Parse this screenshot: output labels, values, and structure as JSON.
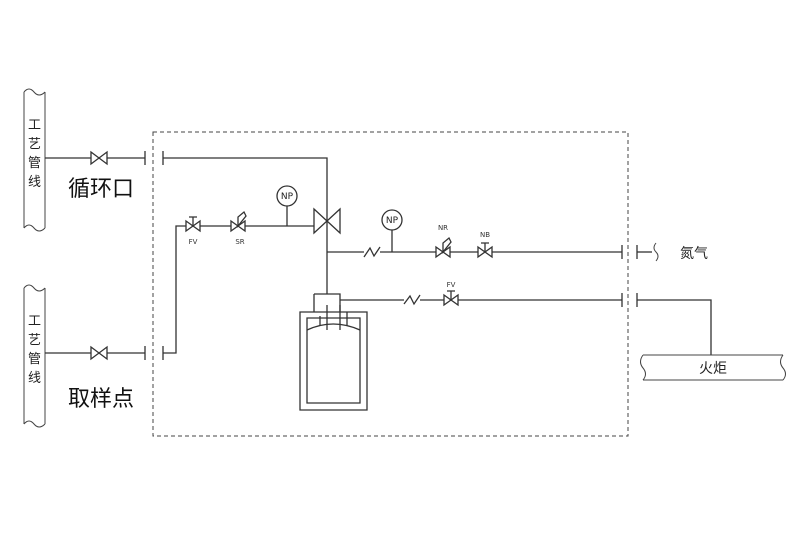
{
  "labels": {
    "process_pipe": [
      "工",
      "艺",
      "管",
      "线"
    ],
    "circulation_port": "循环口",
    "sampling_point": "取样点",
    "nitrogen": "氮气",
    "flare": "火炬"
  },
  "instruments": {
    "gauge_1": "NP",
    "gauge_2": "NP"
  },
  "valve_tags": {
    "fv_1": "FV",
    "sr": "SR",
    "nr": "NR",
    "nb": "NB",
    "fv_2": "FV"
  }
}
